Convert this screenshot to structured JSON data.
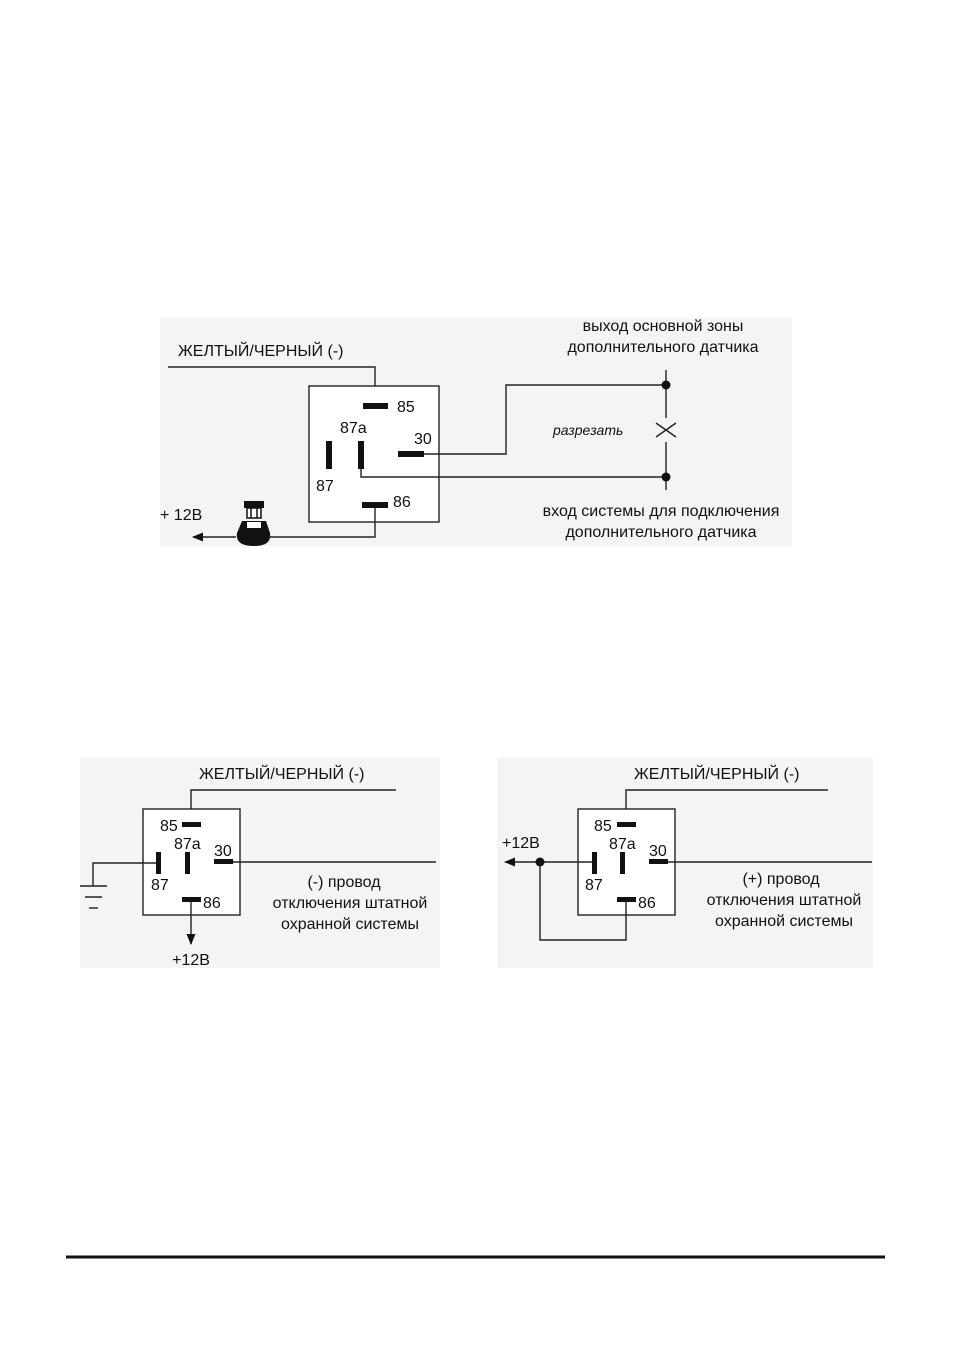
{
  "diagram1": {
    "wire_label": "ЖЕЛТЫЙ/ЧЕРНЫЙ (-)",
    "pins": {
      "p85": "85",
      "p87a": "87a",
      "p30": "30",
      "p87": "87",
      "p86": "86"
    },
    "power_label": "+ 12В",
    "zone_output_line1": "выход основной зоны",
    "zone_output_line2": "дополнительного датчика",
    "cut_label": "разрезать",
    "system_input_line1": "вход системы для подключения",
    "system_input_line2": "дополнительного датчика"
  },
  "diagram2": {
    "wire_label": "ЖЕЛТЫЙ/ЧЕРНЫЙ (-)",
    "pins": {
      "p85": "85",
      "p87a": "87a",
      "p30": "30",
      "p87": "87",
      "p86": "86"
    },
    "power_label": "+12В",
    "signal_line1": "(-) провод",
    "signal_line2": "отключения штатной",
    "signal_line3": "охранной системы"
  },
  "diagram3": {
    "wire_label": "ЖЕЛТЫЙ/ЧЕРНЫЙ (-)",
    "pins": {
      "p85": "85",
      "p87a": "87a",
      "p30": "30",
      "p87": "87",
      "p86": "86"
    },
    "power_label": "+12В",
    "signal_line1": "(+) провод",
    "signal_line2": "отключения штатной",
    "signal_line3": "охранной системы"
  }
}
